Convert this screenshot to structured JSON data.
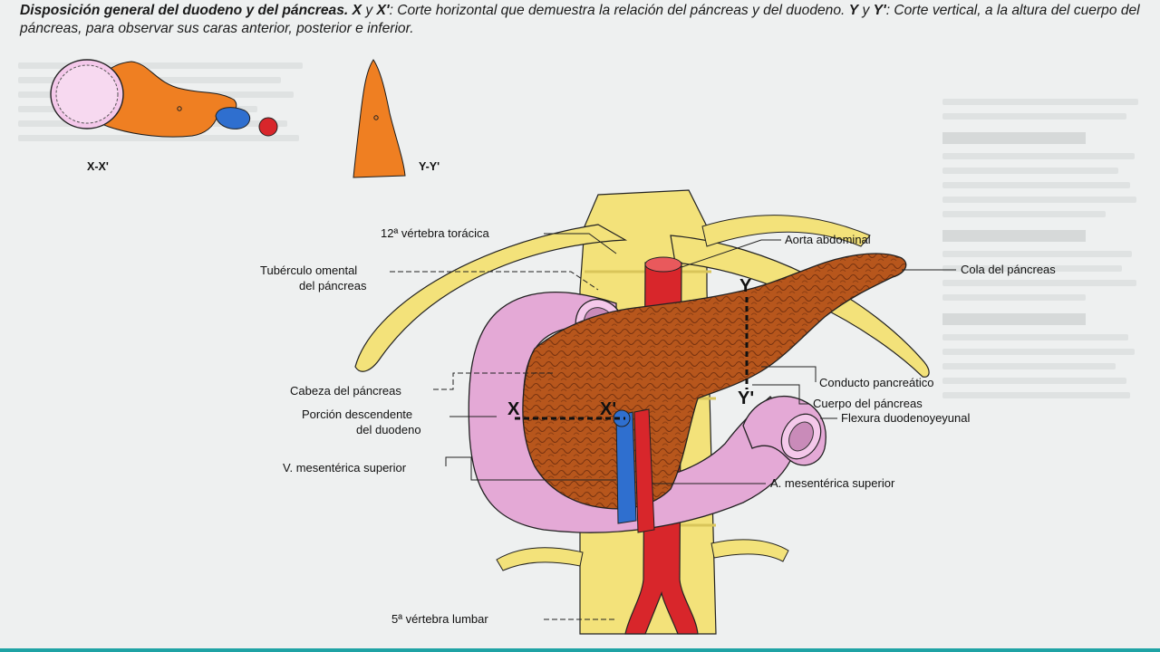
{
  "figure": {
    "caption_lead": "Disposición general del duodeno y del páncreas.",
    "caption_x": "X",
    "caption_and1": "y",
    "caption_xp": "X'",
    "caption_mid": ": Corte horizontal que demuestra la relación del páncreas y del duodeno.",
    "caption_y": "Y",
    "caption_and2": "y",
    "caption_yp": "Y'",
    "caption_tail": ": Corte vertical, a la altura del cuerpo del páncreas, para observar sus caras anterior, posterior e inferior."
  },
  "sections": {
    "xx": "X-X'",
    "yy": "Y-Y'"
  },
  "markers": {
    "x_left": "X",
    "x_right": "X'",
    "y_top": "Y",
    "y_bottom": "Y'"
  },
  "labels": {
    "vertebra_toracica_12": "12ª vértebra torácica",
    "tuberculo_omental_1": "Tubérculo omental",
    "tuberculo_omental_2": "del páncreas",
    "cabeza_pancreas": "Cabeza del páncreas",
    "porcion_descendente_1": "Porción descendente",
    "porcion_descendente_2": "del duodeno",
    "v_mesenterica": "V. mesentérica superior",
    "vertebra_lumbar_5": "5ª vértebra lumbar",
    "aorta_abdominal": "Aorta abdominal",
    "cola_pancreas": "Cola del páncreas",
    "conducto_pancreatico": "Conducto pancreático",
    "cuerpo_pancreas": "Cuerpo del páncreas",
    "flexura": "Flexura duodenoyeyunal",
    "a_mesenterica": "A. mesentérica superior"
  },
  "colors": {
    "pancreas": "#b7561c",
    "pancreas_section": "#ef7f22",
    "duodenum": "#e4a9d6",
    "bone": "#f3e27a",
    "artery": "#d8262b",
    "vein": "#2f6fcf"
  }
}
